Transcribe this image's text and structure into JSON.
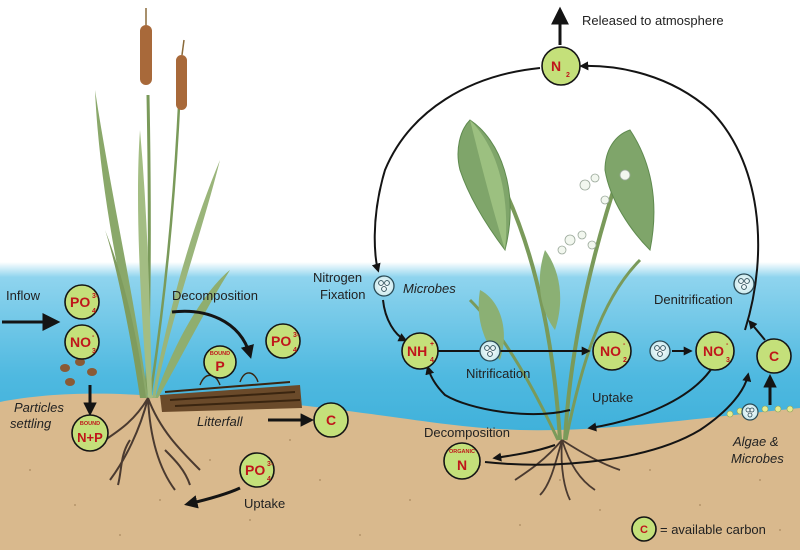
{
  "labels": {
    "released": "Released to atmosphere",
    "inflow": "Inflow",
    "decomposition_left": "Decomposition",
    "particles_settling": "Particles settling",
    "litterfall": "Litterfall",
    "uptake_left": "Uptake",
    "nitrogen_fixation": "Nitrogen Fixation",
    "microbes": "Microbes",
    "nitrification": "Nitrification",
    "denitrification": "Denitrification",
    "uptake_right": "Uptake",
    "decomposition_right": "Decomposition",
    "algae_microbes": "Algae & Microbes",
    "legend_text": "= available carbon"
  },
  "nodes": {
    "po4_inflow": {
      "main": "PO",
      "sub": "4",
      "sup": "3-"
    },
    "no3_inflow": {
      "main": "NO",
      "sub": "3",
      "sup": "-"
    },
    "bound_p": {
      "small": "BOUND",
      "main": "P"
    },
    "po4_decomp": {
      "main": "PO",
      "sub": "4",
      "sup": "3-"
    },
    "bound_np": {
      "small": "BOUND",
      "main": "N+P"
    },
    "c_left": {
      "main": "C"
    },
    "po4_uptake": {
      "main": "PO",
      "sub": "4",
      "sup": "3-"
    },
    "n2": {
      "main": "N",
      "sub": "2"
    },
    "nh4": {
      "main": "NH",
      "sub": "4",
      "sup": "+"
    },
    "no2": {
      "main": "NO",
      "sub": "2",
      "sup": "-"
    },
    "no3_right": {
      "main": "NO",
      "sub": "3",
      "sup": "-"
    },
    "c_right": {
      "main": "C"
    },
    "organic_n": {
      "small": "ORGANIC",
      "main": "N"
    },
    "c_legend": {
      "main": "C"
    }
  },
  "colors": {
    "node_fill": "#c4e07a",
    "water_top": "#93d6ee",
    "soil": "#d9b98d",
    "node_text": "#c0161b"
  }
}
